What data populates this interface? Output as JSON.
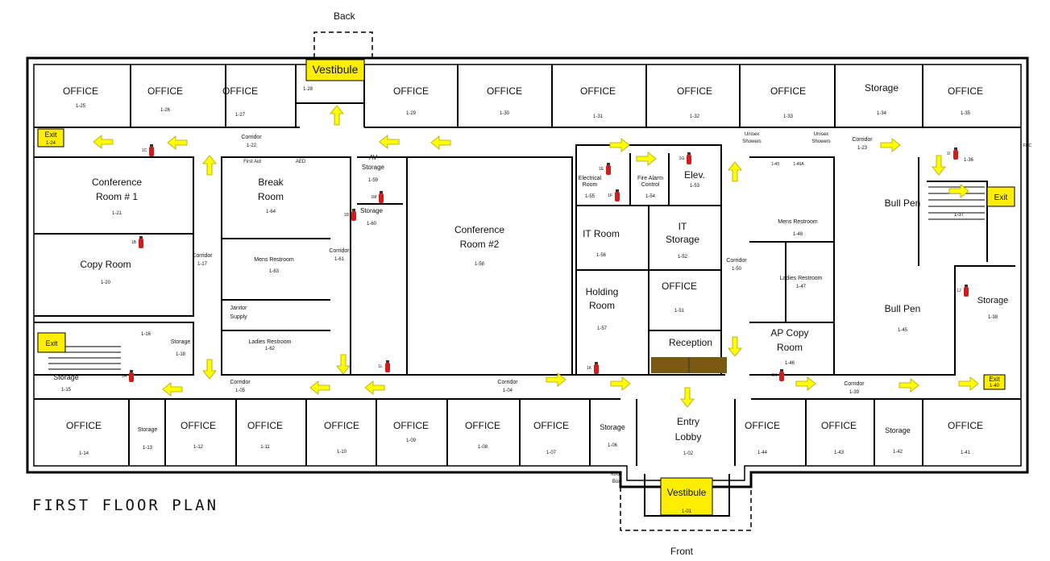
{
  "directions": {
    "back": "Back",
    "front": "Front"
  },
  "plan_title": "FIRST FLOOR PLAN",
  "colors": {
    "sign_yellow": "#ffee00",
    "arrow_yellow": "#ffff00",
    "arrow_stroke": "#b0a000",
    "reception_desk": "#7a5a12",
    "extinguisher_red": "#d21b1b",
    "wall": "#000000"
  },
  "signs": [
    {
      "id": "vestibule-back",
      "label": "Vestibule"
    },
    {
      "id": "vestibule-front",
      "label": "Vestibule",
      "num": "1-01"
    },
    {
      "id": "exit-nw",
      "label": "Exit",
      "num": "1-24"
    },
    {
      "id": "exit-sw",
      "label": "Exit"
    },
    {
      "id": "exit-e",
      "label": "Exit"
    },
    {
      "id": "exit-se",
      "label": "Exit",
      "num": "1-40"
    }
  ],
  "rooms": [
    {
      "id": "r125",
      "name": "OFFICE",
      "num": "1-25"
    },
    {
      "id": "r126",
      "name": "OFFICE",
      "num": "1-26"
    },
    {
      "id": "r127",
      "name": "OFFICE",
      "num": "1-27"
    },
    {
      "id": "r128",
      "name": "",
      "num": "1-28"
    },
    {
      "id": "r129",
      "name": "OFFICE",
      "num": "1-29"
    },
    {
      "id": "r130",
      "name": "OFFICE",
      "num": "1-30"
    },
    {
      "id": "r131",
      "name": "OFFICE",
      "num": "1-31"
    },
    {
      "id": "r132",
      "name": "OFFICE",
      "num": "1-32"
    },
    {
      "id": "r133",
      "name": "OFFICE",
      "num": "1-33"
    },
    {
      "id": "r134",
      "name": "Storage",
      "num": "1-34"
    },
    {
      "id": "r135",
      "name": "OFFICE",
      "num": "1-35"
    },
    {
      "id": "r121a",
      "name": "Conference",
      "num": ""
    },
    {
      "id": "r121",
      "name": "Room # 1",
      "num": "1-21"
    },
    {
      "id": "r120",
      "name": "Copy Room",
      "num": "1-20"
    },
    {
      "id": "r164a",
      "name": "Break",
      "num": ""
    },
    {
      "id": "r164",
      "name": "Room",
      "num": "1-64"
    },
    {
      "id": "r163",
      "name": "Mens Restroom",
      "num": "1-63"
    },
    {
      "id": "r162",
      "name": "Ladies Restroom",
      "num": "1-62"
    },
    {
      "id": "janitor1",
      "name": "Janitor",
      "num": ""
    },
    {
      "id": "janitor2",
      "name": "Supply",
      "num": ""
    },
    {
      "id": "r159a",
      "name": "AV",
      "num": ""
    },
    {
      "id": "r159",
      "name": "Storage",
      "num": "1-59"
    },
    {
      "id": "r160",
      "name": "Storage",
      "num": "1-60"
    },
    {
      "id": "r158a",
      "name": "Conference",
      "num": ""
    },
    {
      "id": "r158",
      "name": "Room #2",
      "num": "1-58"
    },
    {
      "id": "r155a",
      "name": "Electrical",
      "num": ""
    },
    {
      "id": "r155",
      "name": "Room",
      "num": "1-55"
    },
    {
      "id": "r154a",
      "name": "Fire Alarm",
      "num": ""
    },
    {
      "id": "r154",
      "name": "Control",
      "num": "1-54"
    },
    {
      "id": "r153",
      "name": "Elev.",
      "num": "1-53"
    },
    {
      "id": "r156",
      "name": "IT Room",
      "num": "1-56"
    },
    {
      "id": "r152a",
      "name": "IT",
      "num": ""
    },
    {
      "id": "r152",
      "name": "Storage",
      "num": "1-52"
    },
    {
      "id": "r157a",
      "name": "Holding",
      "num": ""
    },
    {
      "id": "r157",
      "name": "Room",
      "num": "1-57"
    },
    {
      "id": "r151",
      "name": "OFFICE",
      "num": "1-51"
    },
    {
      "id": "reception",
      "name": "Reception",
      "num": ""
    },
    {
      "id": "r148",
      "name": "Mens Restroom",
      "num": "1-48"
    },
    {
      "id": "r147",
      "name": "Ladies Restroom",
      "num": "1-47"
    },
    {
      "id": "r146a",
      "name": "AP Copy",
      "num": ""
    },
    {
      "id": "r146",
      "name": "Room",
      "num": "1-46"
    },
    {
      "id": "r145a",
      "name": "Bull Pen",
      "num": ""
    },
    {
      "id": "r145",
      "name": "Bull Pen",
      "num": "1-45"
    },
    {
      "id": "r137",
      "name": "",
      "num": "1-37"
    },
    {
      "id": "r136",
      "name": "",
      "num": "1-36"
    },
    {
      "id": "r138",
      "name": "Storage",
      "num": "1-38"
    },
    {
      "id": "r116",
      "name": "",
      "num": "1-16"
    },
    {
      "id": "r118",
      "name": "Storage",
      "num": "1-18"
    },
    {
      "id": "r115",
      "name": "Storage",
      "num": "1-15"
    },
    {
      "id": "r114",
      "name": "OFFICE",
      "num": "1-14"
    },
    {
      "id": "r113",
      "name": "Storage",
      "num": "1-13"
    },
    {
      "id": "r112",
      "name": "OFFICE",
      "num": "1-12"
    },
    {
      "id": "r111",
      "name": "OFFICE",
      "num": "1-11"
    },
    {
      "id": "r110",
      "name": "OFFICE",
      "num": "1-10"
    },
    {
      "id": "r109",
      "name": "OFFICE",
      "num": "1-09"
    },
    {
      "id": "r108",
      "name": "OFFICE",
      "num": "1-08"
    },
    {
      "id": "r107",
      "name": "OFFICE",
      "num": "1-07"
    },
    {
      "id": "r106",
      "name": "Storage",
      "num": "1-06"
    },
    {
      "id": "r102a",
      "name": "Entry",
      "num": ""
    },
    {
      "id": "r102",
      "name": "Lobby",
      "num": "1-02"
    },
    {
      "id": "r144",
      "name": "OFFICE",
      "num": "1-44"
    },
    {
      "id": "r143",
      "name": "OFFICE",
      "num": "1-43"
    },
    {
      "id": "r142",
      "name": "Storage",
      "num": "1-42"
    },
    {
      "id": "r141",
      "name": "OFFICE",
      "num": "1-41"
    }
  ],
  "corridors": [
    {
      "id": "c122",
      "name": "Corridor",
      "num": "1-22"
    },
    {
      "id": "c117",
      "name": "Corridor",
      "num": "1-17"
    },
    {
      "id": "c161",
      "name": "Corridor",
      "num": "1-61"
    },
    {
      "id": "c105",
      "name": "Corridor",
      "num": "1-05"
    },
    {
      "id": "c104",
      "name": "Corridor",
      "num": "1-04"
    },
    {
      "id": "c150",
      "name": "Corridor",
      "num": "1-50"
    },
    {
      "id": "c123",
      "name": "Corridor",
      "num": "1-23"
    },
    {
      "id": "c139",
      "name": "Corridor",
      "num": "1-39"
    }
  ],
  "small_labels": [
    {
      "id": "first-aid",
      "text": "First Aid"
    },
    {
      "id": "aed",
      "text": "AED"
    },
    {
      "id": "unisex1",
      "text": "Unisex Showers"
    },
    {
      "id": "unisex2",
      "text": "Unisex Showers"
    },
    {
      "id": "knox",
      "text": "Knox Box"
    },
    {
      "id": "fdc",
      "text": "FDC"
    },
    {
      "id": "s149",
      "text": "1-49"
    },
    {
      "id": "s149a",
      "text": "1-49A"
    }
  ],
  "extinguishers": [
    "1C",
    "1B",
    "1A",
    "1M",
    "1D",
    "1L",
    "1E",
    "1F",
    "1K",
    "1G",
    "1H",
    "1I",
    "1J"
  ]
}
